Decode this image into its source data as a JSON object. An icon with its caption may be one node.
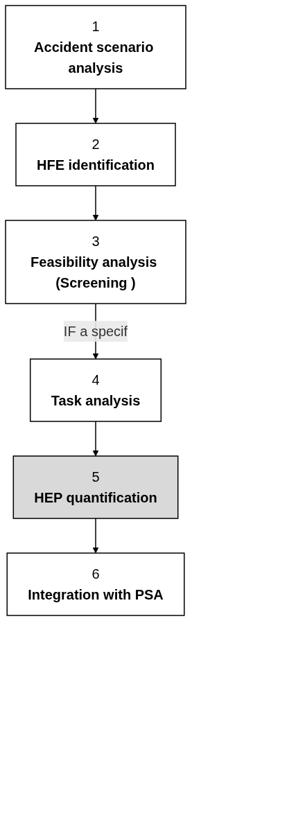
{
  "diagram": {
    "nodes": [
      {
        "text": [
          "1",
          "Accident scenario analysis"
        ]
      },
      {
        "text": [
          "2",
          "HFE identification"
        ]
      },
      {
        "text": [
          "3",
          "Feasibility analysis (Screening )"
        ]
      },
      {
        "text": [
          "4",
          "Task analysis"
        ]
      },
      {
        "text": [
          "5",
          "HEP quantification"
        ]
      },
      {
        "text": [
          "6",
          "Integration with PSA"
        ]
      }
    ],
    "edges": [
      {
        "from": 0,
        "to": 1,
        "arrow": "to"
      },
      {
        "from": 1,
        "to": 2,
        "arrow": "to"
      },
      {
        "from": 2,
        "to": 3,
        "arrow": "to",
        "label": "IF a specif"
      },
      {
        "from": 3,
        "to": 4,
        "arrow": "to"
      },
      {
        "from": 4,
        "to": 5,
        "arrow": "to"
      }
    ]
  }
}
